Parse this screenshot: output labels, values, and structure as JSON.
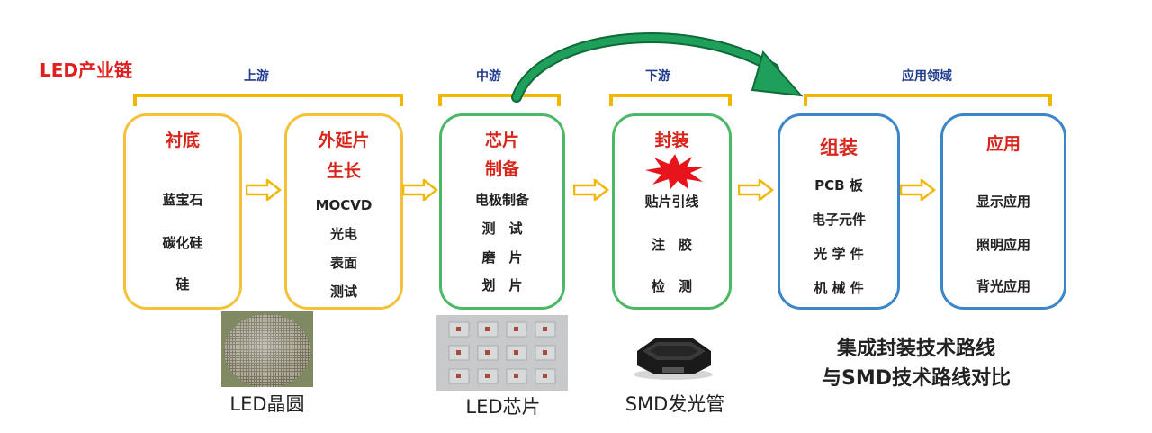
{
  "title": "LED产业链",
  "stages": {
    "upstream": "上游",
    "midstream": "中游",
    "downstream": "下游",
    "application_field": "应用领域"
  },
  "boxes": [
    {
      "title_lines": [
        "衬底"
      ],
      "items": [
        "蓝宝石",
        "碳化硅",
        "硅"
      ]
    },
    {
      "title_lines": [
        "外延片",
        "生长"
      ],
      "items": [
        "MOCVD",
        "光电",
        "表面",
        "测试"
      ]
    },
    {
      "title_lines": [
        "芯片",
        "制备"
      ],
      "items": [
        "电极制备",
        "测　试",
        "磨　片",
        "划　片"
      ]
    },
    {
      "title_lines": [
        "封装"
      ],
      "items": [
        "贴片引线",
        "注　胶",
        "检　测"
      ]
    },
    {
      "title_lines": [
        "组装"
      ],
      "items": [
        "PCB 板",
        "电子元件",
        "光 学 件",
        "机 械 件"
      ]
    },
    {
      "title_lines": [
        "应用"
      ],
      "items": [
        "显示应用",
        "照明应用",
        "背光应用"
      ]
    }
  ],
  "captions": {
    "wafer": "LED晶圆",
    "chip": "LED芯片",
    "smd": "SMD发光管"
  },
  "comparison": [
    "集成封装技术路线",
    "与SMD技术路线对比"
  ],
  "colors": {
    "title_red": "#e0201e",
    "stage_blue": "#1f3b8c",
    "bracket_yellow": "#f2b705",
    "yellow_border": "#f3c23a",
    "green_border": "#4cb866",
    "blue_border": "#3b86c9",
    "box_title_red": "#d8261c",
    "curved_arrow_green": "#1fa05a"
  }
}
